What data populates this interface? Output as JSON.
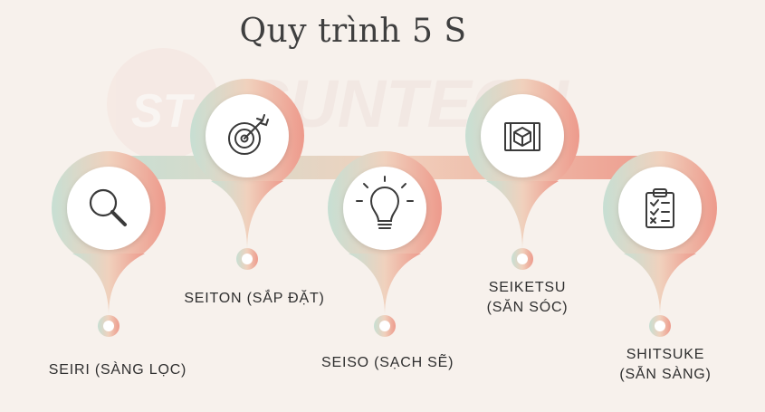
{
  "title": "Quy trình 5 S",
  "watermark": {
    "mark": "ST",
    "text": "SUNTECH"
  },
  "steps": [
    {
      "id": "seiri",
      "icon": "magnifier-icon",
      "lines": [
        "SEIRI (SÀNG LỌC)"
      ]
    },
    {
      "id": "seiton",
      "icon": "target-arrow-icon",
      "lines": [
        "SEITON (SẮP ĐẶT)"
      ]
    },
    {
      "id": "seiso",
      "icon": "lightbulb-icon",
      "lines": [
        "SEISO (SẠCH SẼ)"
      ]
    },
    {
      "id": "seiketsu",
      "icon": "blueprint-box-icon",
      "lines": [
        "SEIKETSU",
        "(SĂN SÓC)"
      ]
    },
    {
      "id": "shitsuke",
      "icon": "clipboard-checklist-icon",
      "lines": [
        "SHITSUKE",
        "(SẴN SÀNG)"
      ]
    }
  ],
  "colors": {
    "start": "#c7dfd3",
    "mid": "#f0d1bd",
    "end": "#ed9a8c",
    "icon": "#3a3a3a"
  }
}
